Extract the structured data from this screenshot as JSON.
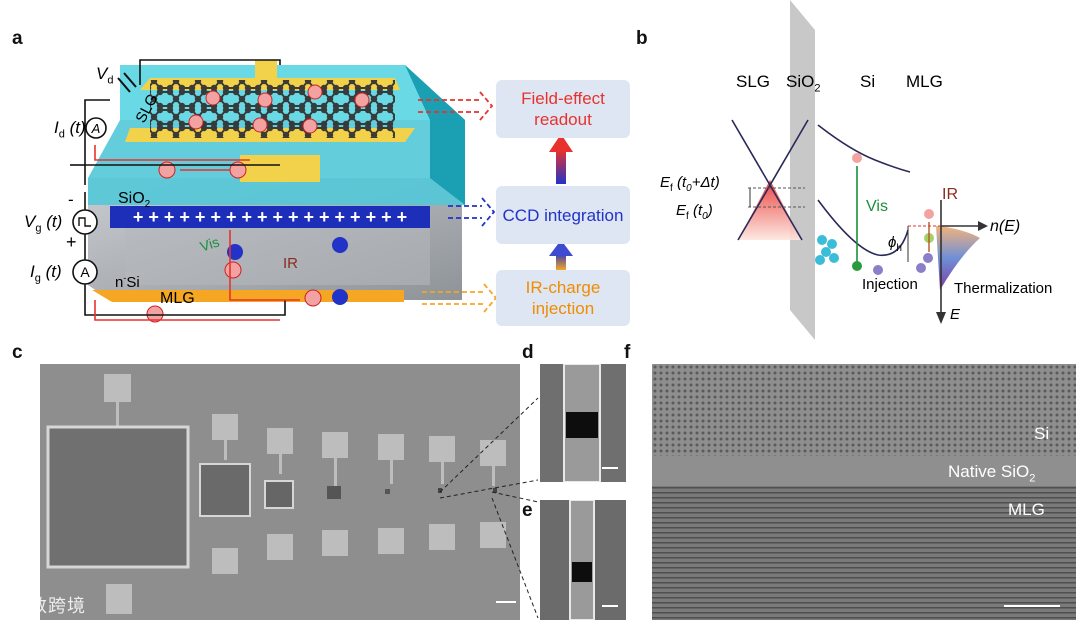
{
  "panels": {
    "a": "a",
    "b": "b",
    "c": "c",
    "d": "d",
    "e": "e",
    "f": "f"
  },
  "panel_a": {
    "labels": {
      "vd": "V",
      "vd_sub": "d",
      "id": "I",
      "id_sub": "d",
      "id_t": "(t)",
      "vg": "V",
      "vg_sub": "g",
      "vg_t": "(t)",
      "ig": "I",
      "ig_sub": "g",
      "ig_t": "(t)",
      "minus": "-",
      "plus": "+",
      "slg": "SLG",
      "sio2": "SiO",
      "sio2_sub": "2",
      "nsi": "n",
      "nsi_sup": "-",
      "nsi_rest": "-Si",
      "mlg": "MLG",
      "vis": "Vis",
      "ir": "IR"
    },
    "boxes": {
      "readout": "Field-effect readout",
      "ccd": "CCD integration",
      "injection": "IR-charge injection"
    },
    "colors": {
      "red": "#e8322e",
      "blue": "#2233c8",
      "orange": "#f5a623",
      "box_bg": "#dde6f2"
    }
  },
  "panel_b": {
    "labels": {
      "slg": "SLG",
      "sio2": "SiO",
      "sio2_sub": "2",
      "si": "Si",
      "mlg": "MLG",
      "ef1": "E",
      "ef1_sub": "f",
      "ef1_rest": " (t",
      "ef1_sub2": "0",
      "ef1_end": "+Δt)",
      "ef2": "E",
      "ef2_sub": "f",
      "ef2_rest": " (t",
      "ef2_sub2": "0",
      "ef2_end": ")",
      "vis": "Vis",
      "ir": "IR",
      "phi": "ϕ",
      "phi_sub": "h",
      "nE": "n(E)",
      "injection": "Injection",
      "thermalization": "Thermalization",
      "E": "E"
    }
  },
  "panel_f": {
    "labels": {
      "si": "Si",
      "native": "Native SiO",
      "native_sub": "2",
      "mlg": "MLG"
    }
  },
  "watermark": "大数跨境"
}
